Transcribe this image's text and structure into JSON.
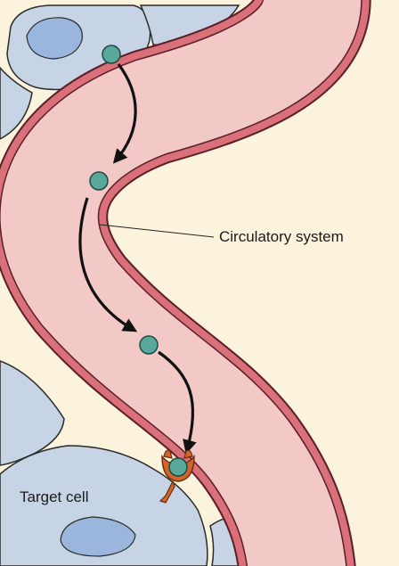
{
  "labels": {
    "circulatory_system": "Circulatory system",
    "target_cell": "Target cell"
  },
  "colors": {
    "background": "#fbf3dc",
    "cell_fill": "#c7d4e6",
    "nucleus_fill": "#9bb6dc",
    "vessel_wall": "#d9707a",
    "vessel_wall_dark": "#5a1e28",
    "vessel_lumen": "#f3c9c8",
    "hormone_fill": "#5aa89c",
    "receptor_fill": "#d2662a",
    "arrow": "#111111"
  },
  "icons": {
    "hormone": "circle",
    "receptor": "cup-shaped receptor"
  }
}
